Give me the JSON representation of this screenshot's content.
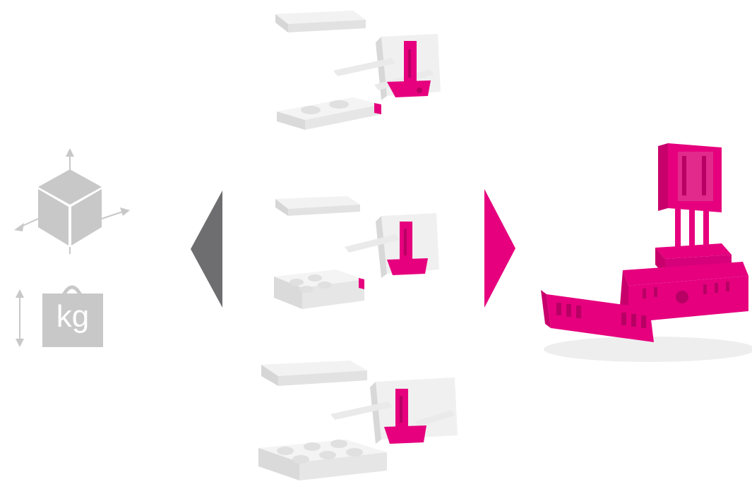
{
  "left_panel": {
    "weight_unit": "kg",
    "icons": [
      "dimensions-cube-icon",
      "weight-kg-icon",
      "vertical-arrow-icon"
    ]
  },
  "center": {
    "assemblies": [
      {
        "name": "small-gripper-kit"
      },
      {
        "name": "medium-gripper-kit"
      },
      {
        "name": "large-gripper-kit"
      }
    ]
  },
  "arrows": {
    "left": {
      "icon": "triangle-left-icon",
      "color": "#6e6e70"
    },
    "right": {
      "icon": "triangle-right-icon",
      "color": "#e6007e"
    }
  },
  "colors": {
    "brand_magenta": "#e6007e",
    "gray_icon": "#c8c8c8",
    "part_white": "#eeeeee",
    "part_shadow": "#d0d0d0"
  }
}
